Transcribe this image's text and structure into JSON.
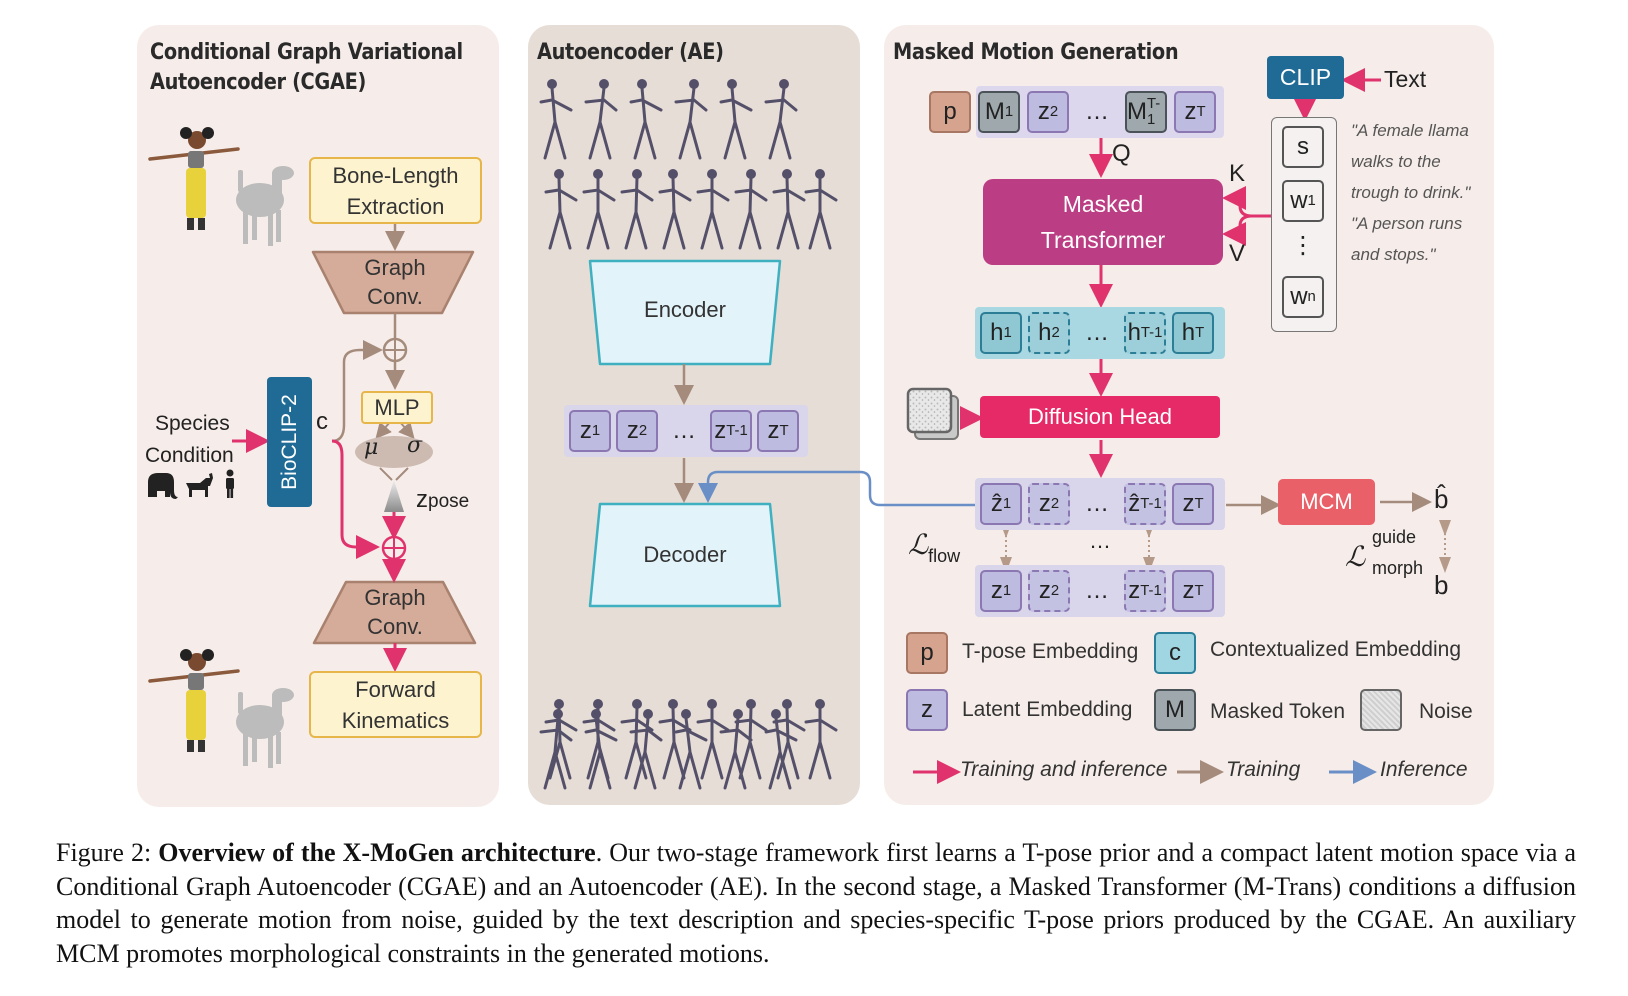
{
  "panels": {
    "cgae": {
      "title_line1": "Conditional Graph Variational",
      "title_line2": "Autoencoder (CGAE)",
      "bone_length_line1": "Bone-Length",
      "bone_length_line2": "Extraction",
      "graph_conv_top_line1": "Graph",
      "graph_conv_top_line2": "Conv.",
      "mlp": "MLP",
      "mu": "μ",
      "sigma": "σ",
      "z_pose_main": "z",
      "z_pose_sub": "pose",
      "bioclip": "BioCLIP-2",
      "c_label": "c",
      "species_line1": "Species",
      "species_line2": "Condition",
      "graph_conv_bottom_line1": "Graph",
      "graph_conv_bottom_line2": "Conv.",
      "fk_line1": "Forward",
      "fk_line2": "Kinematics"
    },
    "ae": {
      "title": "Autoencoder (AE)",
      "encoder": "Encoder",
      "decoder": "Decoder",
      "latent_tokens": [
        {
          "main": "z",
          "sub": "1"
        },
        {
          "main": "z",
          "sub": "2"
        },
        {
          "main": "…",
          "sub": ""
        },
        {
          "main": "z",
          "sub": "T-1"
        },
        {
          "main": "z",
          "sub": "T"
        }
      ]
    },
    "mmg": {
      "title": "Masked Motion Generation",
      "input_tokens": [
        {
          "main": "p",
          "sub": "",
          "kind": "tpose"
        },
        {
          "main": "M",
          "sub": "1",
          "kind": "masked"
        },
        {
          "main": "z",
          "sub": "2",
          "kind": "latent"
        },
        {
          "main": "…",
          "sub": "",
          "kind": "ellipsis"
        },
        {
          "main": "M",
          "sub": "T-1",
          "kind": "masked"
        },
        {
          "main": "z",
          "sub": "T",
          "kind": "latent"
        }
      ],
      "q_label": "Q",
      "k_label": "K",
      "v_label": "V",
      "masked_transformer_line1": "Masked",
      "masked_transformer_line2": "Transformer",
      "clip": "CLIP",
      "text_label": "Text",
      "clip_tokens": [
        {
          "main": "s",
          "sub": ""
        },
        {
          "main": "w",
          "sub": "1"
        },
        {
          "main": "⋮",
          "sub": ""
        },
        {
          "main": "w",
          "sub": "n"
        }
      ],
      "quote1_line1": "\"A female llama",
      "quote1_line2": "walks to the",
      "quote1_line3": "trough to drink.\"",
      "quote2_line1": "\"A person runs",
      "quote2_line2": "and stops.\"",
      "hidden_tokens": [
        {
          "main": "h",
          "sub": "1"
        },
        {
          "main": "h",
          "sub": "2"
        },
        {
          "main": "…",
          "sub": ""
        },
        {
          "main": "h",
          "sub": "T-1"
        },
        {
          "main": "h",
          "sub": "T"
        }
      ],
      "diffusion_head": "Diffusion Head",
      "pred_tokens": [
        {
          "main": "ẑ",
          "sub": "1"
        },
        {
          "main": "z",
          "sub": "2"
        },
        {
          "main": "…",
          "sub": ""
        },
        {
          "main": "ẑ",
          "sub": "T-1"
        },
        {
          "main": "z",
          "sub": "T"
        }
      ],
      "gt_tokens": [
        {
          "main": "z",
          "sub": "1"
        },
        {
          "main": "z",
          "sub": "2"
        },
        {
          "main": "…",
          "sub": ""
        },
        {
          "main": "z",
          "sub": "T-1"
        },
        {
          "main": "z",
          "sub": "T"
        }
      ],
      "middle_ellipsis": "…",
      "l_flow_main": "ℒ",
      "l_flow_sub": "flow",
      "mcm": "MCM",
      "b_hat": "b̂",
      "b": "b",
      "l_morph_main": "ℒ",
      "l_morph_sup": "guide",
      "l_morph_sub": "morph"
    }
  },
  "legend": {
    "items": [
      {
        "glyph": "p",
        "label": "T-pose Embedding"
      },
      {
        "glyph": "c",
        "label": "Contextualized Embedding"
      },
      {
        "glyph": "z",
        "label": "Latent Embedding"
      },
      {
        "glyph": "M",
        "label": "Masked Token"
      },
      {
        "glyph": "",
        "label": "Noise"
      }
    ],
    "arrows": [
      {
        "label": "Training and inference",
        "color": "#e0336d"
      },
      {
        "label": "Training",
        "color": "#a58b7c"
      },
      {
        "label": "Inference",
        "color": "#6a8fc7"
      }
    ]
  },
  "colors": {
    "pink_arrow": "#e0336d",
    "brown_arrow": "#a58b7c",
    "blue_arrow": "#6a8fc7",
    "masked_transformer": "#bb3d83",
    "diffusion_head": "#e62a67",
    "clip": "#1f6b95",
    "bioclip": "#1f6b95",
    "mcm": "#ea6068"
  },
  "caption": {
    "prefix": "Figure 2: ",
    "bold": "Overview of the X-MoGen architecture",
    "body": ". Our two-stage framework first learns a T-pose prior and a compact latent motion space via a Conditional Graph Autoencoder (CGAE) and an Autoencoder (AE). In the second stage, a Masked Transformer (M-Trans) conditions a diffusion model to generate motion from noise, guided by the text description and species-specific T-pose priors produced by the CGAE. An auxiliary MCM promotes morphological constraints in the generated motions."
  }
}
